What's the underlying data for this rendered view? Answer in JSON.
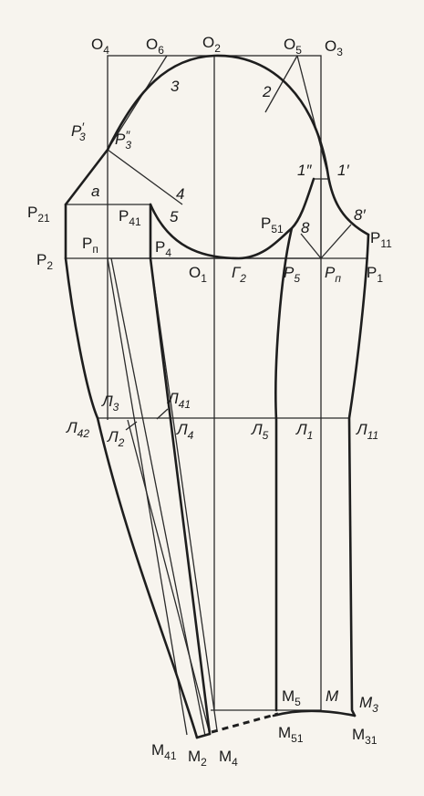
{
  "labels": {
    "O4": {
      "main": "O",
      "sub": "4"
    },
    "O6": {
      "main": "O",
      "sub": "6"
    },
    "O2": {
      "main": "O",
      "sub": "2"
    },
    "O5": {
      "main": "O",
      "sub": "5"
    },
    "O3": {
      "main": "O",
      "sub": "3"
    },
    "n3": {
      "main": "3"
    },
    "n2": {
      "main": "2"
    },
    "P3p": {
      "main": "P",
      "sup": "′",
      "sub": "3"
    },
    "P3pp": {
      "main": "P",
      "sup": "″",
      "sub": "3"
    },
    "n1pp": {
      "main": "1″"
    },
    "n1p": {
      "main": "1′"
    },
    "a": {
      "main": "a"
    },
    "n4": {
      "main": "4"
    },
    "n5": {
      "main": "5"
    },
    "P21": {
      "main": "P",
      "sub": "21"
    },
    "P41": {
      "main": "P",
      "sub": "41"
    },
    "P51": {
      "main": "P",
      "sub": "51"
    },
    "n8": {
      "main": "8"
    },
    "n8p": {
      "main": "8′"
    },
    "P11": {
      "main": "P",
      "sub": "11"
    },
    "P2": {
      "main": "P",
      "sub": "2"
    },
    "Pn_left": {
      "main": "P",
      "sub": "п"
    },
    "P4": {
      "main": "P",
      "sub": "4"
    },
    "O1": {
      "main": "O",
      "sub": "1"
    },
    "G2": {
      "main": "Г",
      "sub": "2"
    },
    "P5": {
      "main": "P",
      "sub": "5"
    },
    "Pn_right": {
      "main": "P",
      "sub": "п"
    },
    "P1": {
      "main": "P",
      "sub": "1"
    },
    "L3": {
      "main": "Л",
      "sub": "3"
    },
    "L41": {
      "main": "Л",
      "sub": "41"
    },
    "L42": {
      "main": "Л",
      "sub": "42"
    },
    "L2": {
      "main": "Л",
      "sub": "2"
    },
    "L4": {
      "main": "Л",
      "sub": "4"
    },
    "L5": {
      "main": "Л",
      "sub": "5"
    },
    "L1": {
      "main": "Л",
      "sub": "1"
    },
    "L11": {
      "main": "Л",
      "sub": "11"
    },
    "M5": {
      "main": "M",
      "sub": "5"
    },
    "M": {
      "main": "M"
    },
    "M3": {
      "main": "M",
      "sub": "3"
    },
    "M51": {
      "main": "M",
      "sub": "51"
    },
    "M31": {
      "main": "M",
      "sub": "31"
    },
    "M41": {
      "main": "M",
      "sub": "41"
    },
    "M2": {
      "main": "M",
      "sub": "2"
    },
    "M4": {
      "main": "M",
      "sub": "4"
    }
  }
}
